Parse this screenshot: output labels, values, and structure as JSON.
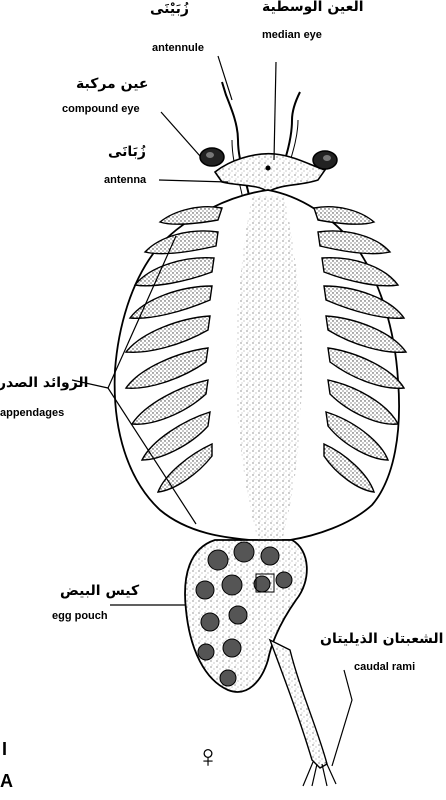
{
  "labels": {
    "antennule": {
      "ar": "زُبَيْنَى",
      "en": "antennule"
    },
    "median_eye": {
      "ar": "العين الوسطية",
      "en": "median eye"
    },
    "compound_eye": {
      "ar": "عين مركبة",
      "en": "compound eye"
    },
    "antenna": {
      "ar": "زُبَانَى",
      "en": "antenna"
    },
    "thoracic_appendages": {
      "ar": "الزوائد الصدر",
      "en": "appendages"
    },
    "egg_pouch": {
      "ar": "كيس البيض",
      "en": "egg pouch"
    },
    "caudal_rami": {
      "ar": "الشعبتان الذيليتان",
      "en": "caudal rami"
    }
  },
  "symbol": "♀",
  "corner_marks": {
    "top": "I",
    "bottom": "A"
  },
  "colors": {
    "ink": "#000000",
    "stipple": "#888888",
    "background": "#ffffff"
  }
}
